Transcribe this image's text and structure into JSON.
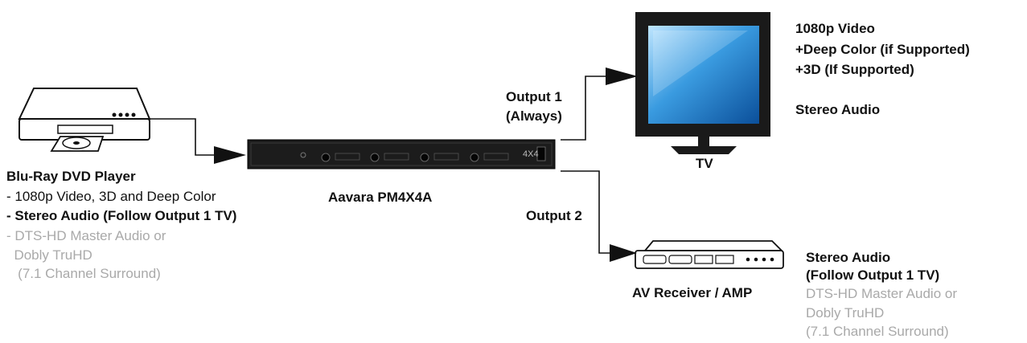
{
  "source": {
    "title": "Blu-Ray DVD Player",
    "lines": [
      {
        "text": "- 1080p Video, 3D and Deep Color",
        "style": "normal"
      },
      {
        "text": "- Stereo Audio (Follow Output 1 TV)",
        "style": "bold"
      },
      {
        "text": "- DTS-HD Master Audio or",
        "style": "gray"
      },
      {
        "text": "  Dobly TruHD",
        "style": "gray"
      },
      {
        "text": "   (7.1 Channel Surround)",
        "style": "gray"
      }
    ]
  },
  "switcher": {
    "label": "Aavara PM4X4A",
    "badge": "4X4"
  },
  "outputs": {
    "output1": {
      "line1": "Output 1",
      "line2": "(Always)"
    },
    "output2": {
      "line1": "Output 2"
    }
  },
  "tv": {
    "label": "TV",
    "specs": [
      "1080p Video",
      "+Deep Color (if Supported)",
      "+3D (If Supported)"
    ],
    "audio": "Stereo Audio"
  },
  "receiver": {
    "label": "AV Receiver / AMP",
    "specs_bold": [
      "Stereo Audio",
      "(Follow Output 1 TV)"
    ],
    "specs_gray": [
      "DTS-HD Master Audio or",
      "Dobly TruHD",
      "(7.1 Channel Surround)"
    ]
  },
  "colors": {
    "text": "#111111",
    "muted": "#a9a9a9",
    "switcher_body": "#1c1c1c",
    "tv_screen": "#2d8fd0"
  }
}
